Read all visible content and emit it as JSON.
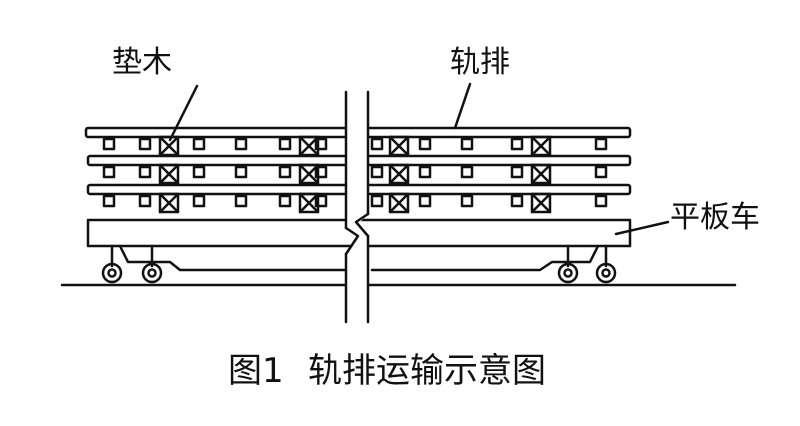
{
  "labels": {
    "sleeper": "垫木",
    "track_panel": "轨排",
    "flatcar": "平板车"
  },
  "caption": {
    "number": "图1",
    "title": "轨排运输示意图"
  },
  "colors": {
    "ink": "#111111",
    "background": "#ffffff"
  }
}
